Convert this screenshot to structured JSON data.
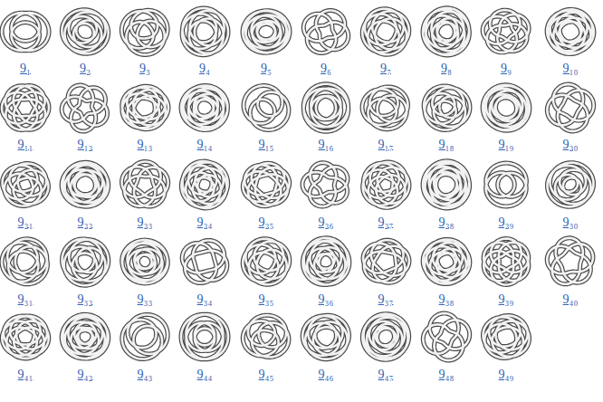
{
  "diagram": {
    "labels": [
      "9₁",
      "9₂",
      "9₃",
      "9₄",
      "9₅",
      "9₆",
      "9₇",
      "9₈",
      "9₉",
      "9₁₀",
      "9₁₁",
      "9₁₂",
      "9₁₃",
      "9₁₄",
      "9₁₅",
      "9₁₆",
      "9₁₇",
      "9₁₈",
      "9₁₉",
      "9₂₀",
      "9₂₁",
      "9₂₂",
      "9₂₃",
      "9₂₄",
      "9₂₅",
      "9₂₆",
      "9₂₇",
      "9₂₈",
      "9₂₉",
      "9₃₀",
      "9₃₁",
      "9₃₂",
      "9₃₃",
      "9₃₄",
      "9₃₅",
      "9₃₆",
      "9₃₇",
      "9₃₈",
      "9₃₉",
      "9₄₀",
      "9₄₁",
      "9₄₂",
      "9₄₃",
      "9₄₄",
      "9₄₅",
      "9₄₆",
      "9₄₇",
      "9₄₈",
      "9₄₉"
    ]
  }
}
